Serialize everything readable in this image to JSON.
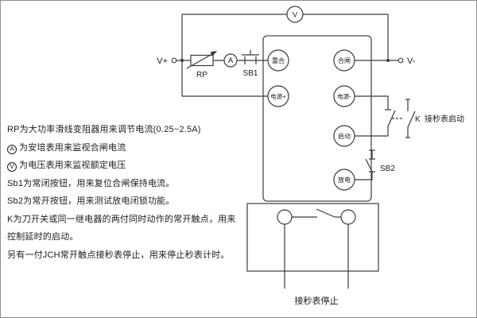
{
  "diagram": {
    "voltmeter": "V",
    "ammeter": "A",
    "terminal_v_plus": "V+",
    "terminal_v_minus": "V-",
    "rheostat": "RP",
    "button_sb1": "SB1",
    "button_sb2": "SB2",
    "switch_k": "K",
    "port_reclose": "重合",
    "port_close": "合闸",
    "port_power_plus": "电源+",
    "port_power_minus": "电源-",
    "port_start": "启动",
    "port_discharge": "放电",
    "stopwatch_start": "接秒表启动",
    "stopwatch_stop": "接秒表停止"
  },
  "notes": {
    "line1": "RP为大功率滑线变阻器用来调节电流(0.25~2.5A)",
    "line2_symbol": "A",
    "line2_text": "为安培表用来监视合闸电流",
    "line3_symbol": "V",
    "line3_text": "为电压表用来监视额定电压",
    "line4": "Sb1为常闭按钮，用来复位合闸保持电流。",
    "line5": "Sb2为常开按钮，用来测试放电闭锁功能。",
    "line6": "K为刀开关或同一继电器的两付同时动作的常开触点，用来",
    "line7": "控制延时的启动。",
    "line8": "另有一付JCH常开触点接秒表停止，用来停止秒表计时。"
  }
}
